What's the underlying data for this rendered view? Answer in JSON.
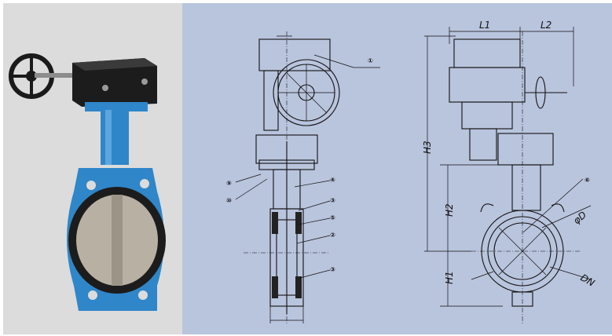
{
  "colors": {
    "photo_background": "#dcdcdc",
    "drawing_background": "#b9c4dd",
    "valve_body": "#2f86c8",
    "gearbox": "#1a1a1a",
    "disc": "#b8b0a2",
    "line": "#111111"
  },
  "side_view": {
    "callouts": [
      {
        "id": "callout-1",
        "text": "①"
      },
      {
        "id": "callout-9",
        "text": "⑨"
      },
      {
        "id": "callout-10",
        "text": "⑩"
      },
      {
        "id": "callout-4",
        "text": "④"
      },
      {
        "id": "callout-3-upper",
        "text": "③"
      },
      {
        "id": "callout-5",
        "text": "⑤"
      },
      {
        "id": "callout-2",
        "text": "②"
      },
      {
        "id": "callout-3-lower",
        "text": "③"
      }
    ]
  },
  "front_view": {
    "dimensions": {
      "l1": "L1",
      "l2": "L2",
      "h3": "H3",
      "h2": "H2",
      "h1": "H1",
      "phi_d": "φD",
      "dn": "DN"
    },
    "callouts": [
      {
        "id": "callout-6",
        "text": "⑥"
      }
    ]
  }
}
